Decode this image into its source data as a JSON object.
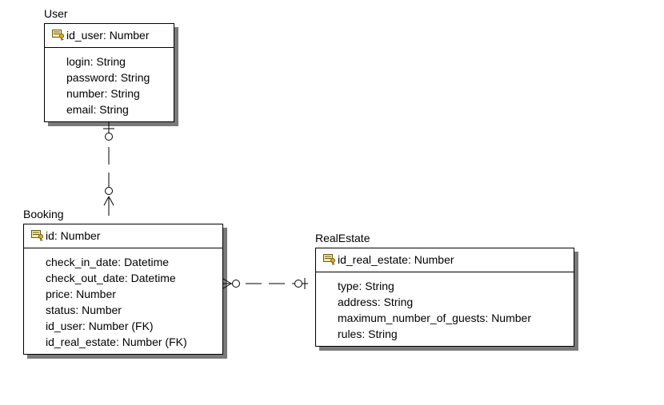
{
  "entities": {
    "user": {
      "title": "User",
      "pk": "id_user: Number",
      "attributes": [
        "login: String",
        "password: String",
        "number: String",
        "email: String"
      ]
    },
    "booking": {
      "title": "Booking",
      "pk": "id: Number",
      "attributes": [
        "check_in_date: Datetime",
        "check_out_date: Datetime",
        "price: Number",
        "status: Number",
        "id_user: Number (FK)",
        "id_real_estate: Number (FK)"
      ]
    },
    "realestate": {
      "title": "RealEstate",
      "pk": "id_real_estate: Number",
      "attributes": [
        "type: String",
        "address: String",
        "maximum_number_of_guests: Number",
        "rules: String"
      ]
    }
  },
  "relationships": [
    {
      "from": "User",
      "to": "Booking",
      "from_cardinality": "zero-or-one",
      "to_cardinality": "zero-or-many"
    },
    {
      "from": "RealEstate",
      "to": "Booking",
      "from_cardinality": "zero-or-one",
      "to_cardinality": "zero-or-many"
    }
  ],
  "icons": {
    "primary_key": "key-icon"
  }
}
